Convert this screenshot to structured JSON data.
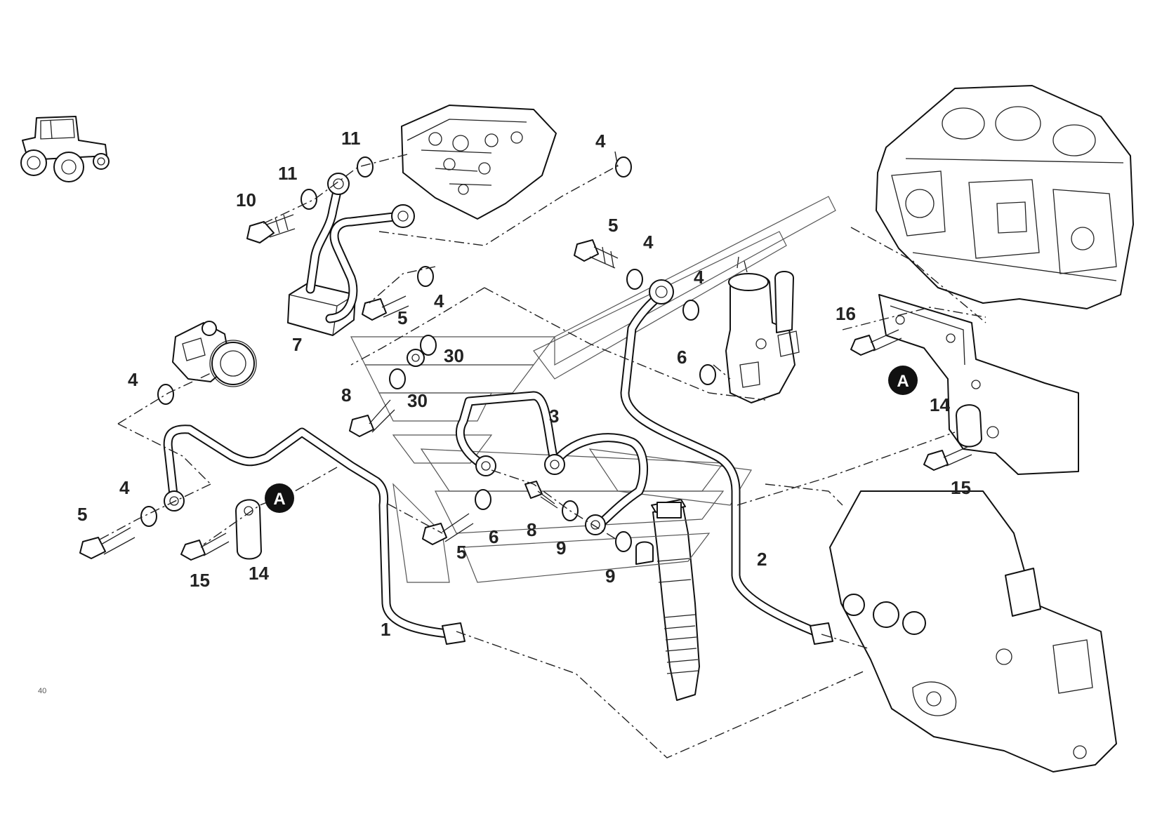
{
  "callouts": [
    {
      "id": "c-1",
      "text": "1"
    },
    {
      "id": "c-2",
      "text": "2"
    },
    {
      "id": "c-3",
      "text": "3"
    },
    {
      "id": "c-4a",
      "text": "4"
    },
    {
      "id": "c-4b",
      "text": "4"
    },
    {
      "id": "c-4c",
      "text": "4"
    },
    {
      "id": "c-4d",
      "text": "4"
    },
    {
      "id": "c-4e",
      "text": "4"
    },
    {
      "id": "c-4f",
      "text": "4"
    },
    {
      "id": "c-5a",
      "text": "5"
    },
    {
      "id": "c-5b",
      "text": "5"
    },
    {
      "id": "c-5c",
      "text": "5"
    },
    {
      "id": "c-5d",
      "text": "5"
    },
    {
      "id": "c-6a",
      "text": "6"
    },
    {
      "id": "c-6b",
      "text": "6"
    },
    {
      "id": "c-7",
      "text": "7"
    },
    {
      "id": "c-8a",
      "text": "8"
    },
    {
      "id": "c-8b",
      "text": "8"
    },
    {
      "id": "c-9a",
      "text": "9"
    },
    {
      "id": "c-9b",
      "text": "9"
    },
    {
      "id": "c-10",
      "text": "10"
    },
    {
      "id": "c-11a",
      "text": "11"
    },
    {
      "id": "c-11b",
      "text": "11"
    },
    {
      "id": "c-14a",
      "text": "14"
    },
    {
      "id": "c-14b",
      "text": "14"
    },
    {
      "id": "c-15a",
      "text": "15"
    },
    {
      "id": "c-15b",
      "text": "15"
    },
    {
      "id": "c-16",
      "text": "16"
    },
    {
      "id": "c-30a",
      "text": "30"
    },
    {
      "id": "c-30b",
      "text": "30"
    }
  ],
  "badges": [
    {
      "id": "badge-left",
      "text": "A"
    },
    {
      "id": "badge-right",
      "text": "A"
    }
  ],
  "footer_mark": "40"
}
